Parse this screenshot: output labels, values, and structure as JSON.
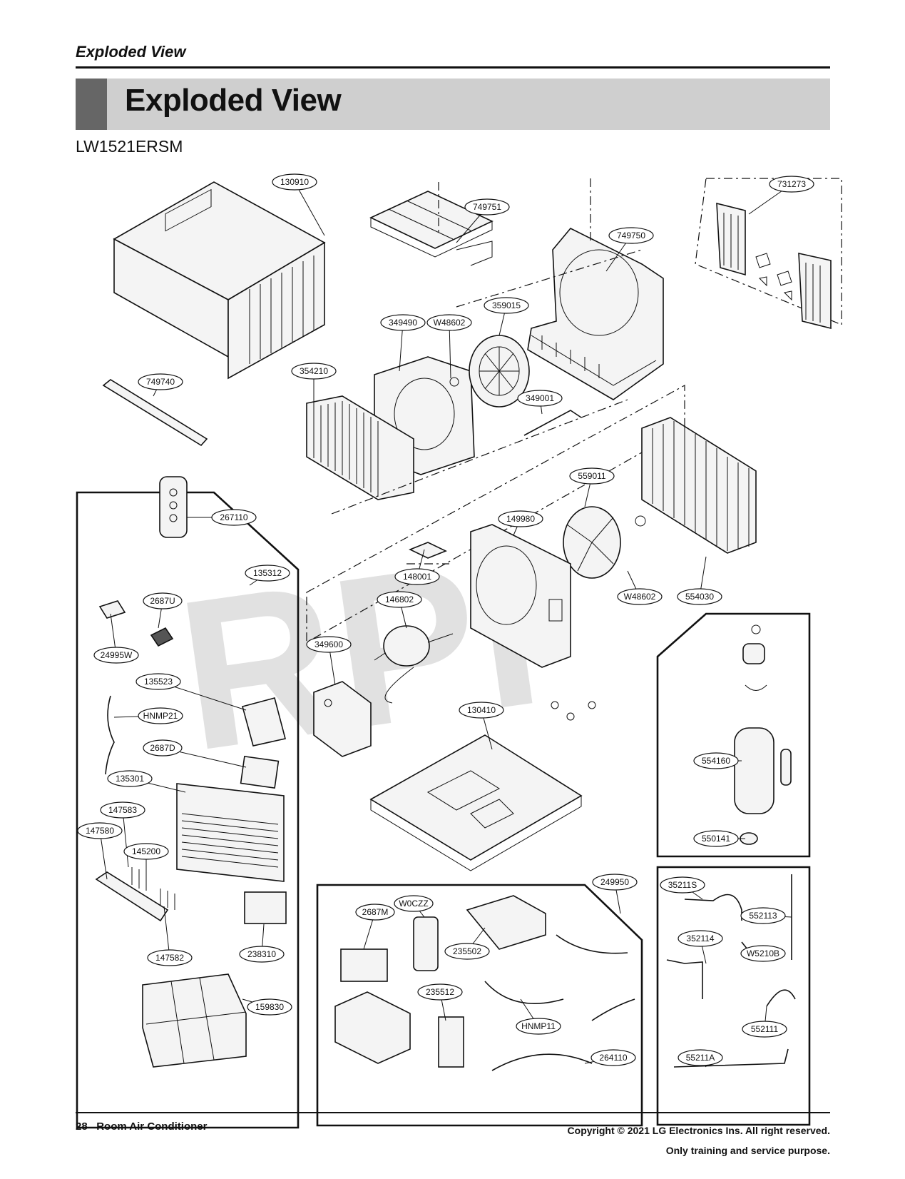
{
  "header": {
    "section": "Exploded View",
    "title": "Exploded View",
    "model": "LW1521ERSM"
  },
  "watermark": "RPI",
  "callouts": [
    "130910",
    "749751",
    "749750",
    "731273",
    "349490",
    "W48602",
    "359015",
    "354210",
    "749740",
    "349001",
    "559011",
    "267110",
    "149980",
    "148001",
    "135312",
    "146802",
    "W48602",
    "554030",
    "2687U",
    "24995W",
    "349600",
    "135523",
    "HNMP21",
    "130410",
    "2687D",
    "554160",
    "135301",
    "147583",
    "147580",
    "145200",
    "550141",
    "238310",
    "147582",
    "159830",
    "249950",
    "2687M",
    "W0CZZ",
    "235502",
    "235512",
    "HNMP11",
    "264110",
    "35211S",
    "552113",
    "352114",
    "W5210B",
    "552111",
    "55211A"
  ],
  "footer": {
    "page": "28",
    "product": "Room Air Conditioner",
    "copyright": "Copyright © 2021 LG Electronics Ins. All right reserved.",
    "note": "Only training and service purpose."
  }
}
